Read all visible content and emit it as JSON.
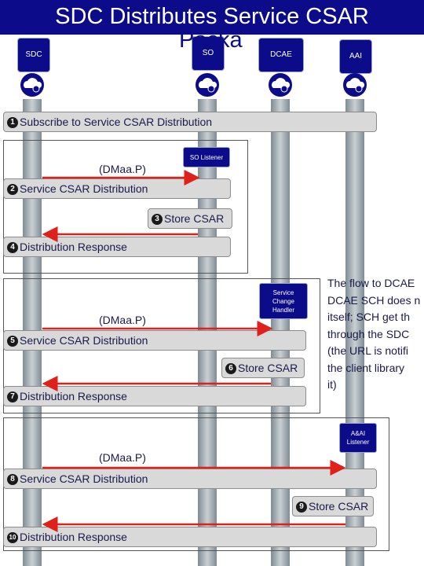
{
  "title_line1": "SDC Distributes Service CSAR",
  "title_line2": "Packa",
  "lanes": [
    {
      "label": "SDC"
    },
    {
      "label": "SO"
    },
    {
      "label": "DCAE"
    },
    {
      "label": "AAI"
    }
  ],
  "steps": {
    "s1": {
      "num": "1",
      "label": "Subscribe to Service CSAR Distribution"
    },
    "s2": {
      "num": "2",
      "label": "Service CSAR Distribution"
    },
    "s3": {
      "num": "3",
      "label": "Store CSAR"
    },
    "s4": {
      "num": "4",
      "label": "Distribution Response"
    },
    "s5": {
      "num": "5",
      "label": "Service CSAR Distribution"
    },
    "s6": {
      "num": "6",
      "label": "Store CSAR"
    },
    "s7": {
      "num": "7",
      "label": "Distribution Response"
    },
    "s8": {
      "num": "8",
      "label": "Service CSAR Distribution"
    },
    "s9": {
      "num": "9",
      "label": "Store CSAR"
    },
    "s10": {
      "num": "10",
      "label": "Distribution Response"
    }
  },
  "dmaap_label": "(DMaa.P)",
  "listeners": {
    "so": "SO Listener",
    "dcae": "Service Change Handler",
    "aai": "A&AI Listener"
  },
  "note_lines": [
    "The flow to DCAE",
    "DCAE SCH does n",
    "itself; SCH get th",
    "through the SDC",
    "(the URL is notifi",
    "the client library",
    "it)"
  ],
  "colors": {
    "header_blue": "#0c0c8a",
    "arrow_red": "#e0201b"
  }
}
